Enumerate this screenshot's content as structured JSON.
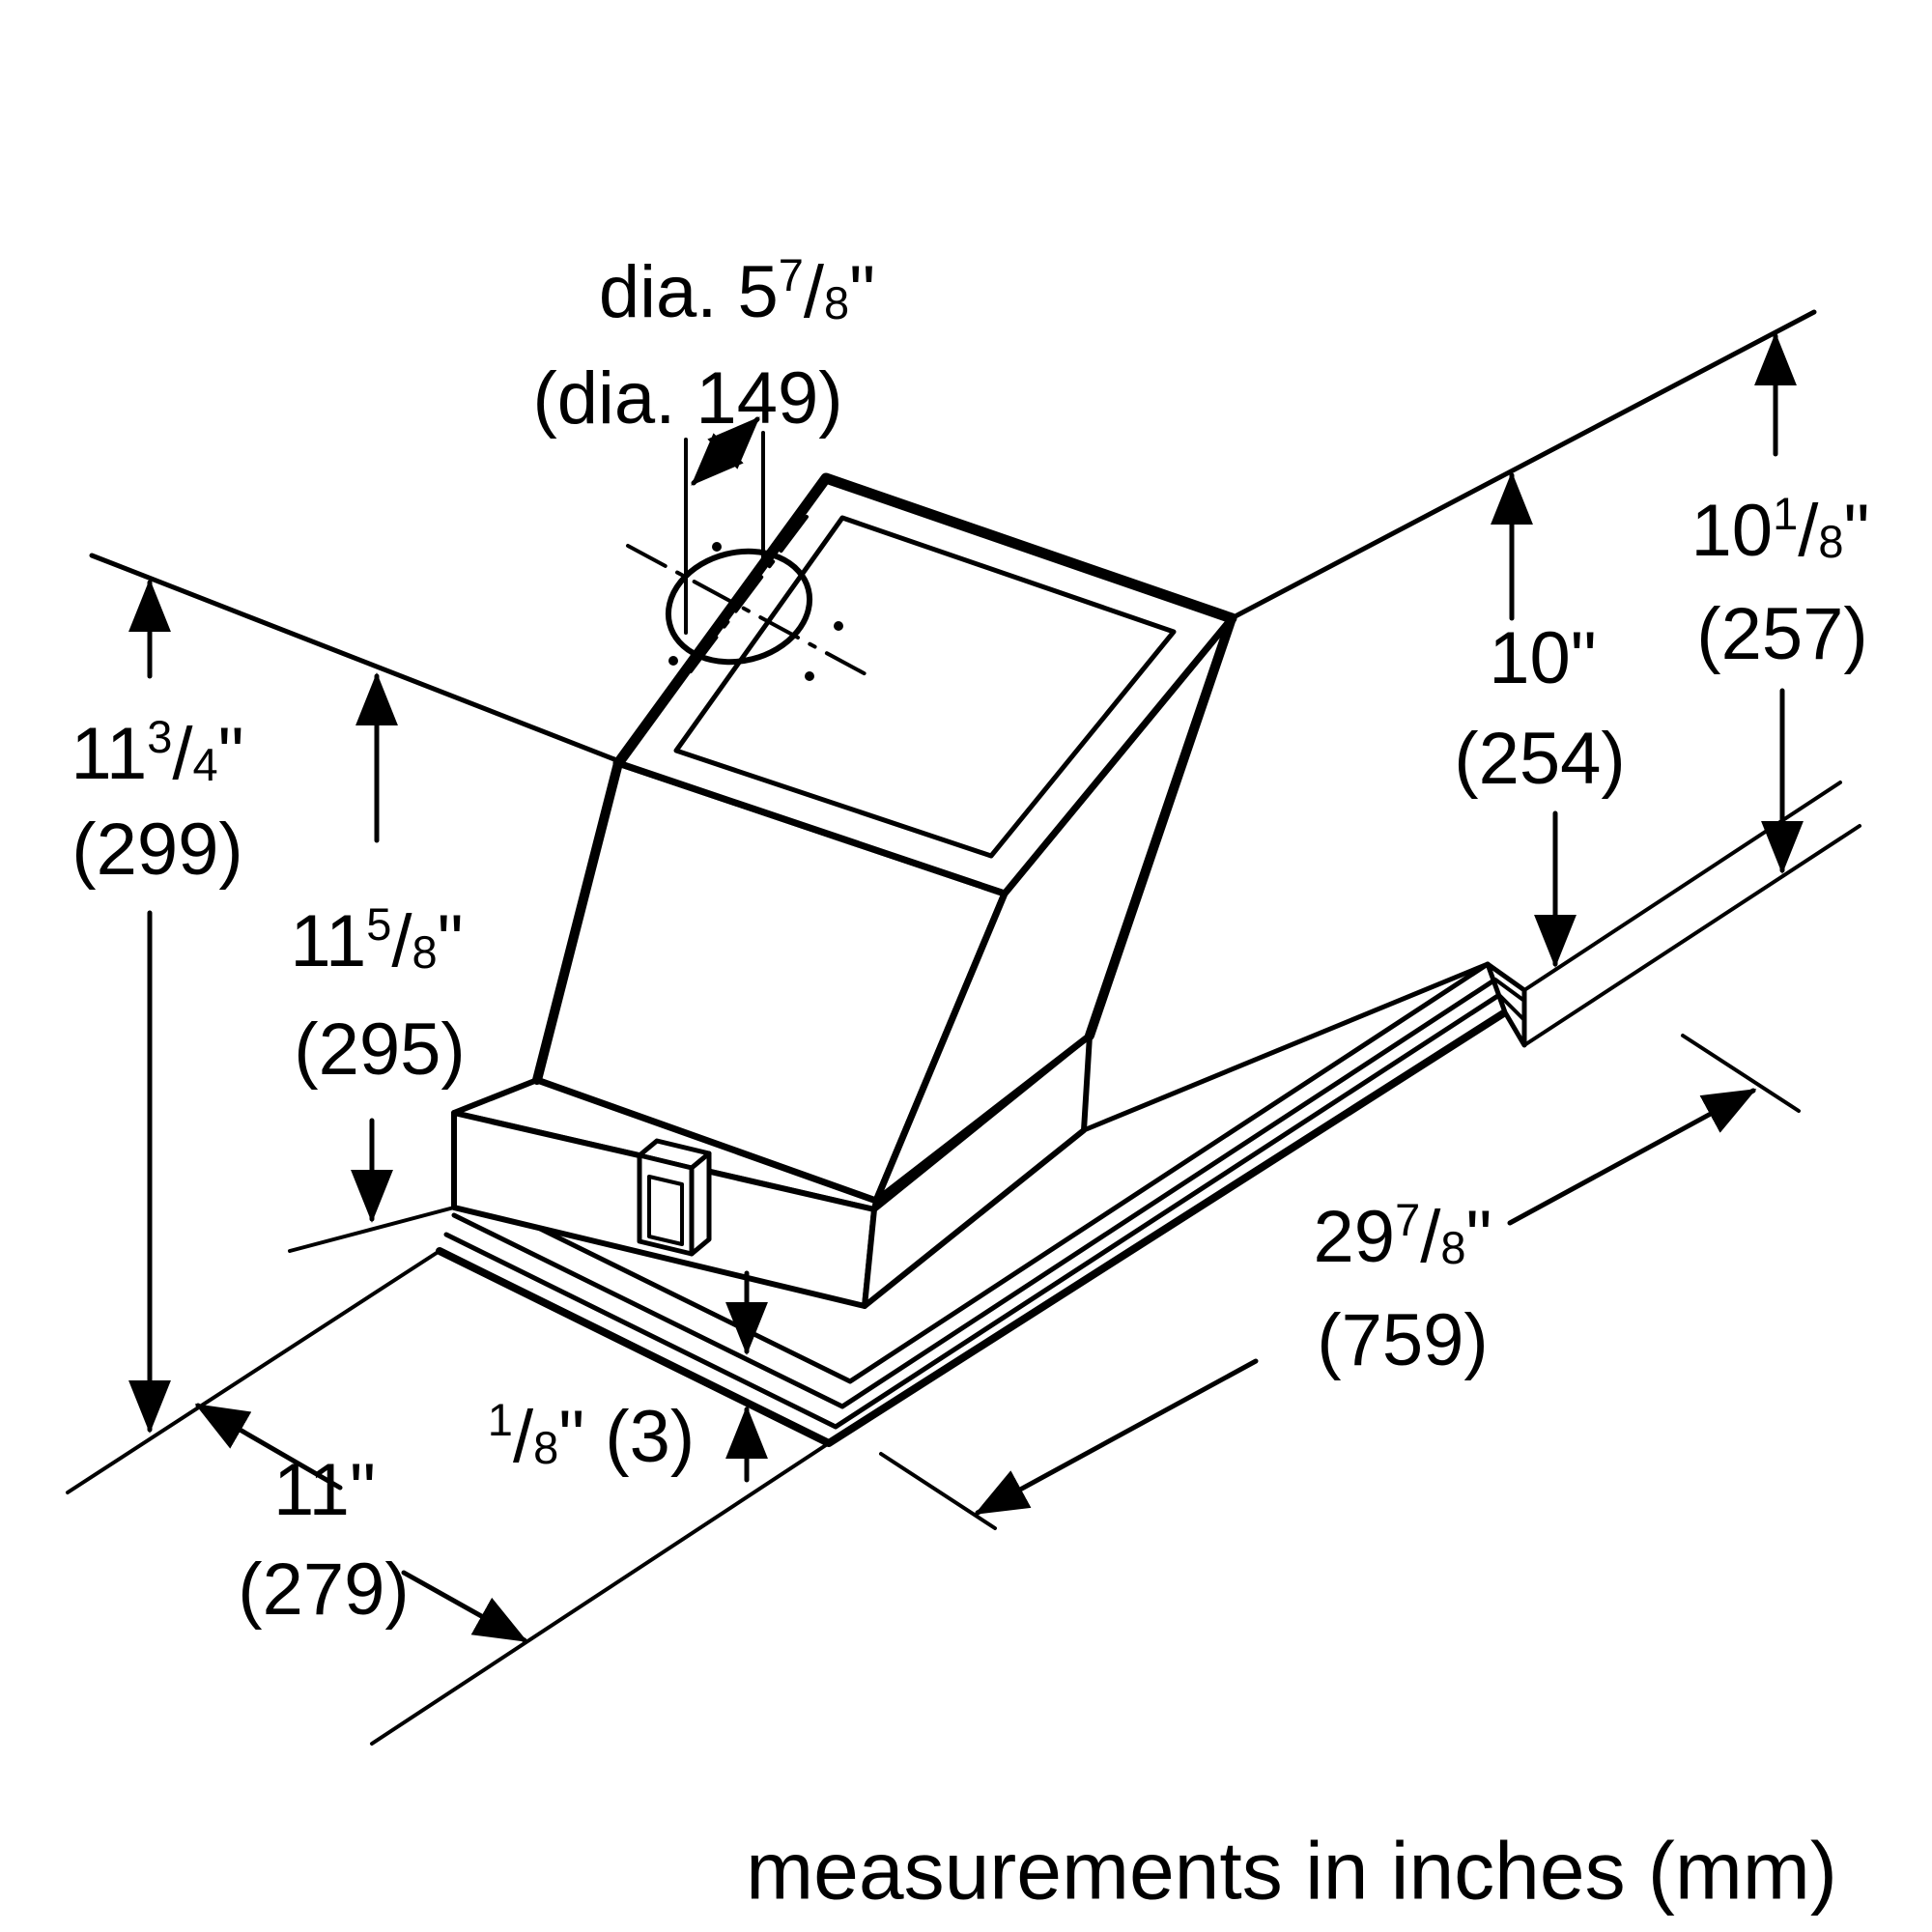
{
  "figure": {
    "caption": "measurements in inches (mm)"
  },
  "labels": {
    "duct_diameter": {
      "prefix": "dia. ",
      "whole": "5",
      "num": "7",
      "slash": "/",
      "den": "8",
      "suffix": "\"",
      "mm": "(dia. 149)"
    },
    "height_overall": {
      "whole": "11",
      "num": "3",
      "slash": "/",
      "den": "4",
      "suffix": "\"",
      "mm": "(299)"
    },
    "height_body": {
      "whole": "11",
      "num": "5",
      "slash": "/",
      "den": "8",
      "suffix": "\"",
      "mm": "(295)"
    },
    "clearance_outer": {
      "whole": "10",
      "num": "1",
      "slash": "/",
      "den": "8",
      "suffix": "\"",
      "mm": "(257)"
    },
    "clearance_inner": {
      "whole": "10",
      "suffix": "\"",
      "mm": "(254)"
    },
    "width": {
      "whole": "29",
      "num": "7",
      "slash": "/",
      "den": "8",
      "suffix": "\"",
      "mm": "(759)"
    },
    "lip": {
      "num": "1",
      "slash": "/",
      "den": "8",
      "suffix": "\" (3)"
    },
    "depth": {
      "whole": "11",
      "suffix": "\"",
      "mm": "(279)"
    }
  }
}
